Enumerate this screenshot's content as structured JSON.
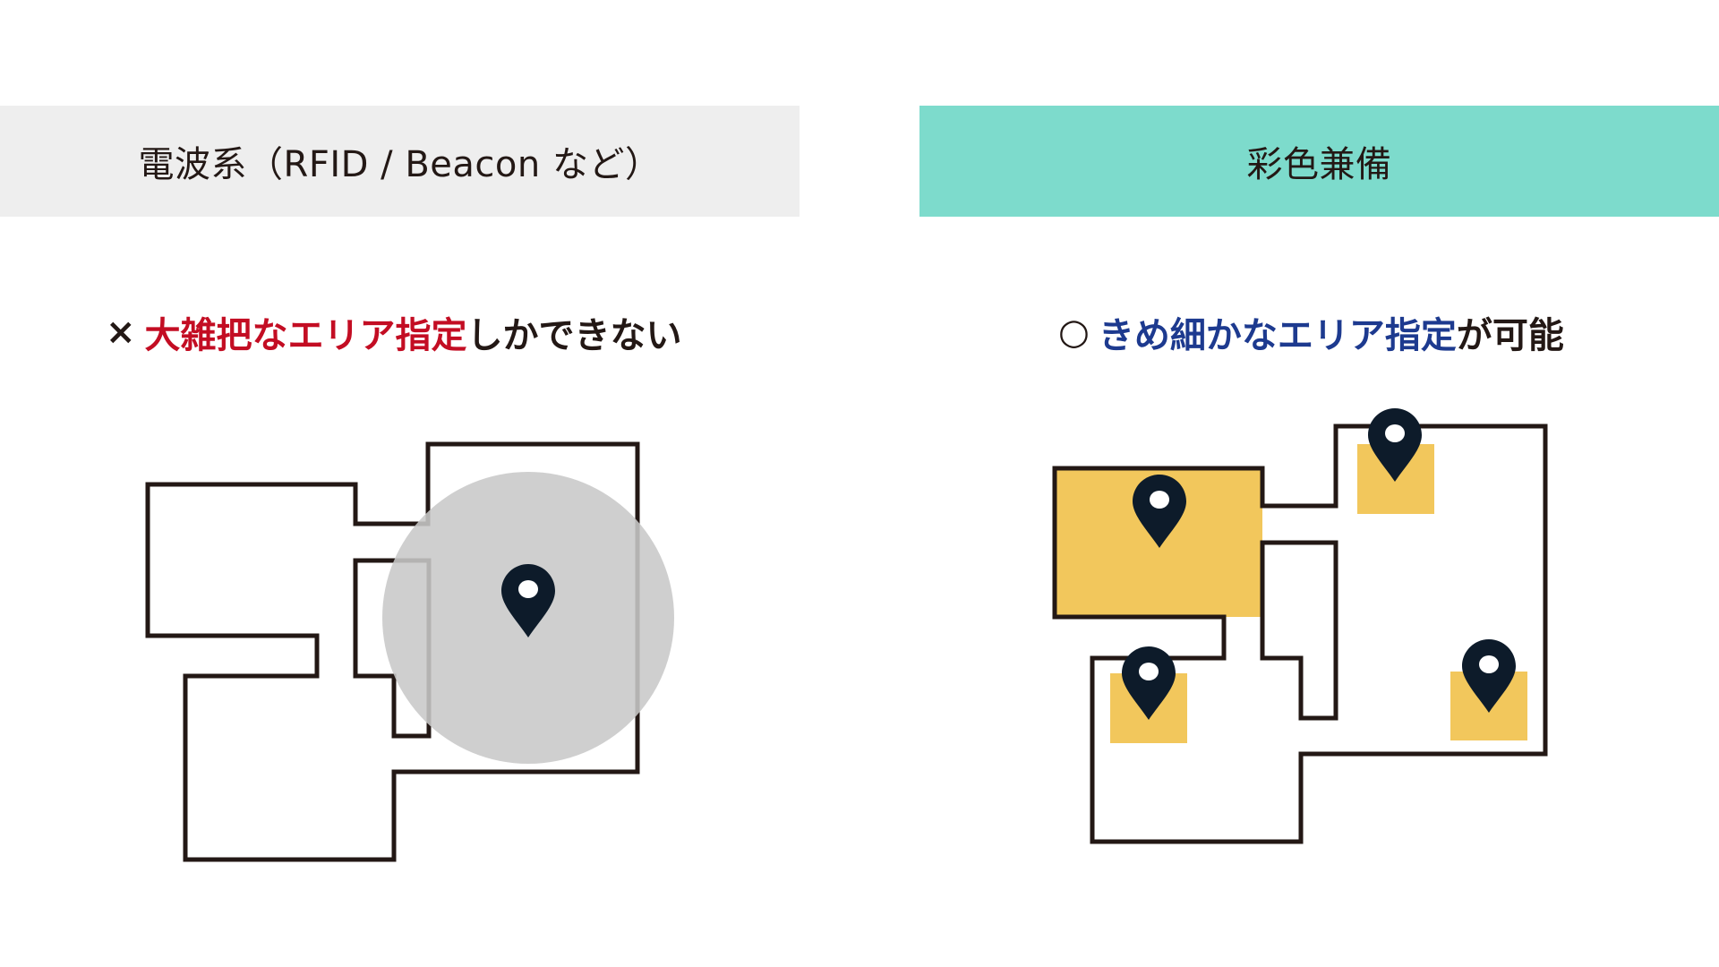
{
  "left_panel": {
    "header": "電波系（RFID / Beacon など）",
    "caption": {
      "mark": "×",
      "emphasis": "大雑把なエリア指定",
      "rest": "しかできない"
    }
  },
  "right_panel": {
    "header": "彩色兼備",
    "caption": {
      "mark": "○",
      "emphasis": "きめ細かなエリア指定",
      "rest": "が可能"
    }
  },
  "colors": {
    "left_header_bg": "#eeeeee",
    "right_header_bg": "#7ddbcc",
    "negative_emphasis": "#c30d23",
    "positive_emphasis": "#1d3a8f",
    "zone_fill": "#f2c75c",
    "coverage_circle": "#c8c8c8",
    "pin": "#0d1b2a",
    "floorplan_stroke": "#231815"
  },
  "icons": {
    "pin": "map-pin-icon",
    "coverage": "coverage-circle"
  }
}
